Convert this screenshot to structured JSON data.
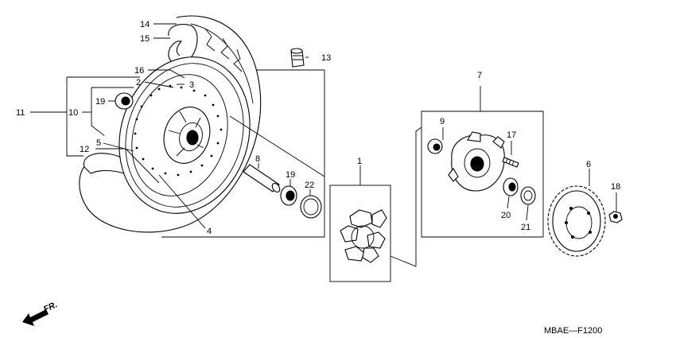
{
  "callouts": {
    "c1": "1",
    "c2": "2",
    "c3": "3",
    "c4": "4",
    "c5": "5",
    "c6": "6",
    "c7": "7",
    "c8": "8",
    "c9": "9",
    "c10": "10",
    "c11": "11",
    "c12": "12",
    "c13": "13",
    "c14": "14",
    "c15": "15",
    "c16": "16",
    "c17": "17",
    "c18": "18",
    "c19a": "19",
    "c19b": "19",
    "c20": "20",
    "c21": "21",
    "c22": "22"
  },
  "direction_label": "FR.",
  "diagram_code": "MBAE—F1200",
  "colors": {
    "line": "#000000",
    "background": "#ffffff"
  }
}
